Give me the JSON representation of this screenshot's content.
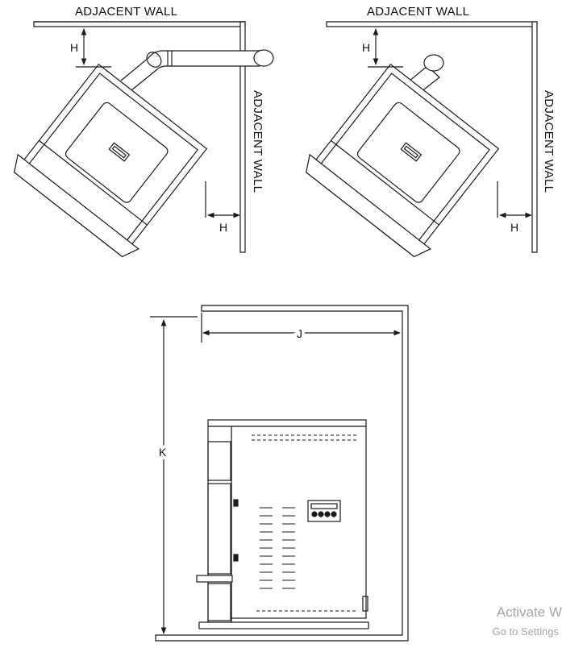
{
  "labels": {
    "left_top_wall": "ADJACENT WALL",
    "left_side_wall": "ADJACENT WALL",
    "right_top_wall": "ADJACENT WALL",
    "right_side_wall": "ADJACENT WALL",
    "left_h_top": "H",
    "left_h_side": "H",
    "right_h_top": "H",
    "right_h_side": "H",
    "bottom_j": "J",
    "bottom_k": "K"
  },
  "watermark": {
    "line1": "Activate W",
    "line2": "Go to Settings"
  },
  "colors": {
    "stroke": "#1a1a1a",
    "background": "#ffffff",
    "watermark": "#a6a6a6"
  }
}
